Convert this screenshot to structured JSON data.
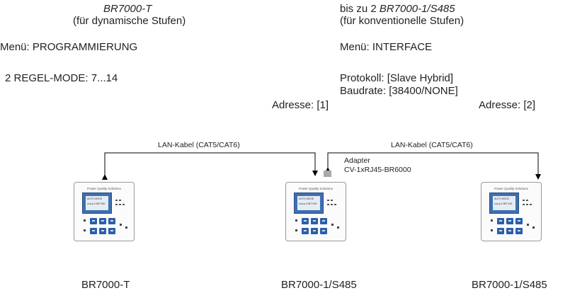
{
  "left_header": {
    "device": "BR7000-T",
    "note": "(für dynamische Stufen)",
    "menu": "Menü: PROGRAMMIERUNG",
    "setting": "2 REGEL-MODE: 7...14"
  },
  "right_header": {
    "prefix": "bis zu 2 ",
    "device": "BR7000-1/S485",
    "note": "(für konventionelle Stufen)",
    "menu": "Menü: INTERFACE",
    "protocol": "Protokoll: [Slave Hybrid]",
    "baudrate": "Baudrate: [38400/NONE]"
  },
  "addresses": {
    "first": "Adresse: [1]",
    "second": "Adresse: [2]"
  },
  "cables": {
    "left": "LAN-Kabel (CAT5/CAT6)",
    "right": "LAN-Kabel (CAT5/CAT6)"
  },
  "adapter": {
    "title": "Adapter",
    "model": "CV-1xRJ45-BR6000"
  },
  "device_panel": {
    "brand": "Power Quality Solutions",
    "lcd_line1": "AUTO MODE",
    "lcd_line2": "cos φ 0.987 IND"
  },
  "devices": [
    {
      "caption": "BR7000-T"
    },
    {
      "caption": "BR7000-1/S485"
    },
    {
      "caption": "BR7000-1/S485"
    }
  ],
  "colors": {
    "line": "#000000",
    "screen_blue": "#3d6fb3",
    "adapter_gray": "#a9a9a9"
  }
}
